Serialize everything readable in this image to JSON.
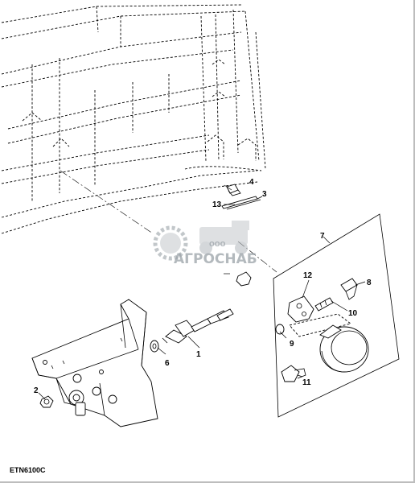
{
  "figure_id": "ETN6100C",
  "watermark": {
    "small_text": "ООО",
    "brand_text": "АГРОСНАБ",
    "icon": "gear-tractor-logo"
  },
  "callouts": [
    {
      "id": "1",
      "label": "1"
    },
    {
      "id": "2",
      "label": "2"
    },
    {
      "id": "3",
      "label": "3"
    },
    {
      "id": "4",
      "label": "4"
    },
    {
      "id": "6",
      "label": "6"
    },
    {
      "id": "7",
      "label": "7"
    },
    {
      "id": "8",
      "label": "8"
    },
    {
      "id": "9",
      "label": "9"
    },
    {
      "id": "10",
      "label": "10"
    },
    {
      "id": "11",
      "label": "11"
    },
    {
      "id": "12",
      "label": "12"
    },
    {
      "id": "13",
      "label": "13"
    }
  ]
}
